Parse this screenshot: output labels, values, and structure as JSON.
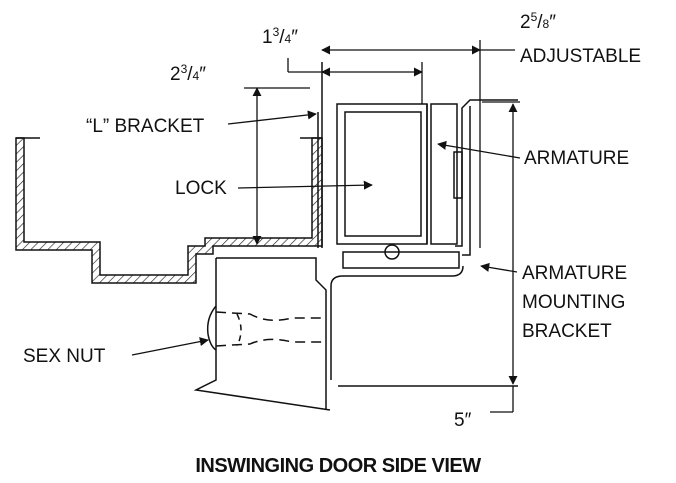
{
  "dimensions": {
    "dim_1_3_4": {
      "whole": "1",
      "num": "3",
      "den": "4",
      "unit": "″"
    },
    "dim_2_5_8": {
      "whole": "2",
      "num": "5",
      "den": "8",
      "unit": "″"
    },
    "dim_2_3_4": {
      "whole": "2",
      "num": "3",
      "den": "4",
      "unit": "″"
    },
    "dim_5": "5″"
  },
  "labels": {
    "adjustable": "ADJUSTABLE",
    "l_bracket": "“L” BRACKET",
    "armature": "ARMATURE",
    "lock": "LOCK",
    "armature_mounting_bracket_1": "ARMATURE",
    "armature_mounting_bracket_2": "MOUNTING",
    "armature_mounting_bracket_3": "BRACKET",
    "sex_nut": "SEX NUT"
  },
  "title": "INSWINGING DOOR SIDE VIEW"
}
